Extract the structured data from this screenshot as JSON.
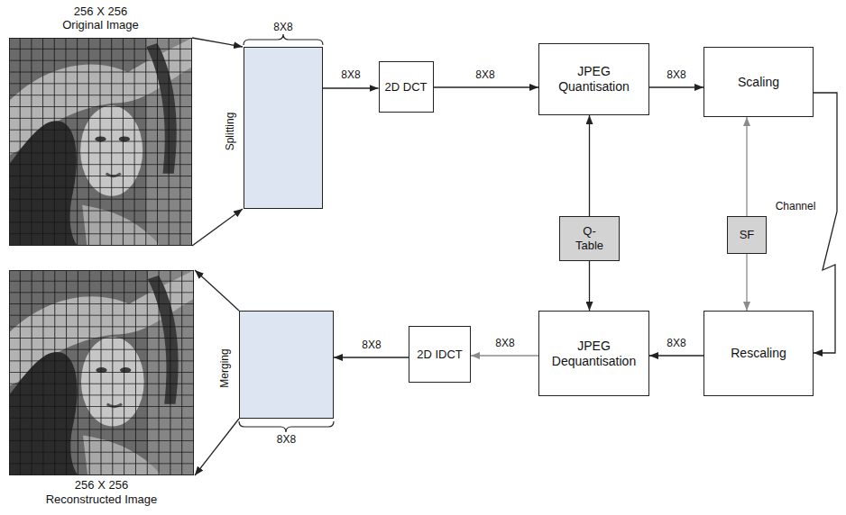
{
  "diagram": {
    "nodes": [
      {
        "text": [
          "256 X 256 Original Image"
        ]
      },
      {
        "text": [
          "8X8"
        ]
      },
      {
        "text": [
          "2D DCT"
        ]
      },
      {
        "text": [
          "JPEG Quantisation"
        ]
      },
      {
        "text": [
          "Scaling"
        ]
      },
      {
        "text": [
          "Q-Table"
        ]
      },
      {
        "text": [
          "SF"
        ]
      },
      {
        "text": [
          "Rescaling"
        ]
      },
      {
        "text": [
          "JPEG Dequantisation"
        ]
      },
      {
        "text": [
          "2D IDCT"
        ]
      },
      {
        "text": [
          "8X8"
        ]
      },
      {
        "text": [
          "256 X 256 Reconstructed Image"
        ]
      }
    ],
    "edges": [
      {
        "from": 0,
        "to": 1,
        "arrow": "to",
        "label": "Splitting"
      },
      {
        "from": 1,
        "to": 2,
        "arrow": "to",
        "label": "8X8"
      },
      {
        "from": 2,
        "to": 3,
        "arrow": "to",
        "label": "8X8"
      },
      {
        "from": 3,
        "to": 4,
        "arrow": "to",
        "label": "8X8"
      },
      {
        "from": 5,
        "to": 3,
        "arrow": "to"
      },
      {
        "from": 5,
        "to": 8,
        "arrow": "to"
      },
      {
        "from": 6,
        "to": 4,
        "arrow": "to"
      },
      {
        "from": 6,
        "to": 7,
        "arrow": "to"
      },
      {
        "from": 4,
        "to": 7,
        "arrow": "to",
        "label": "Channel"
      },
      {
        "from": 7,
        "to": 8,
        "arrow": "to",
        "label": "8X8"
      },
      {
        "from": 8,
        "to": 9,
        "arrow": "to",
        "label": "8X8"
      },
      {
        "from": 9,
        "to": 10,
        "arrow": "to",
        "label": "8X8"
      },
      {
        "from": 10,
        "to": 11,
        "arrow": "to",
        "label": "Merging"
      }
    ]
  }
}
